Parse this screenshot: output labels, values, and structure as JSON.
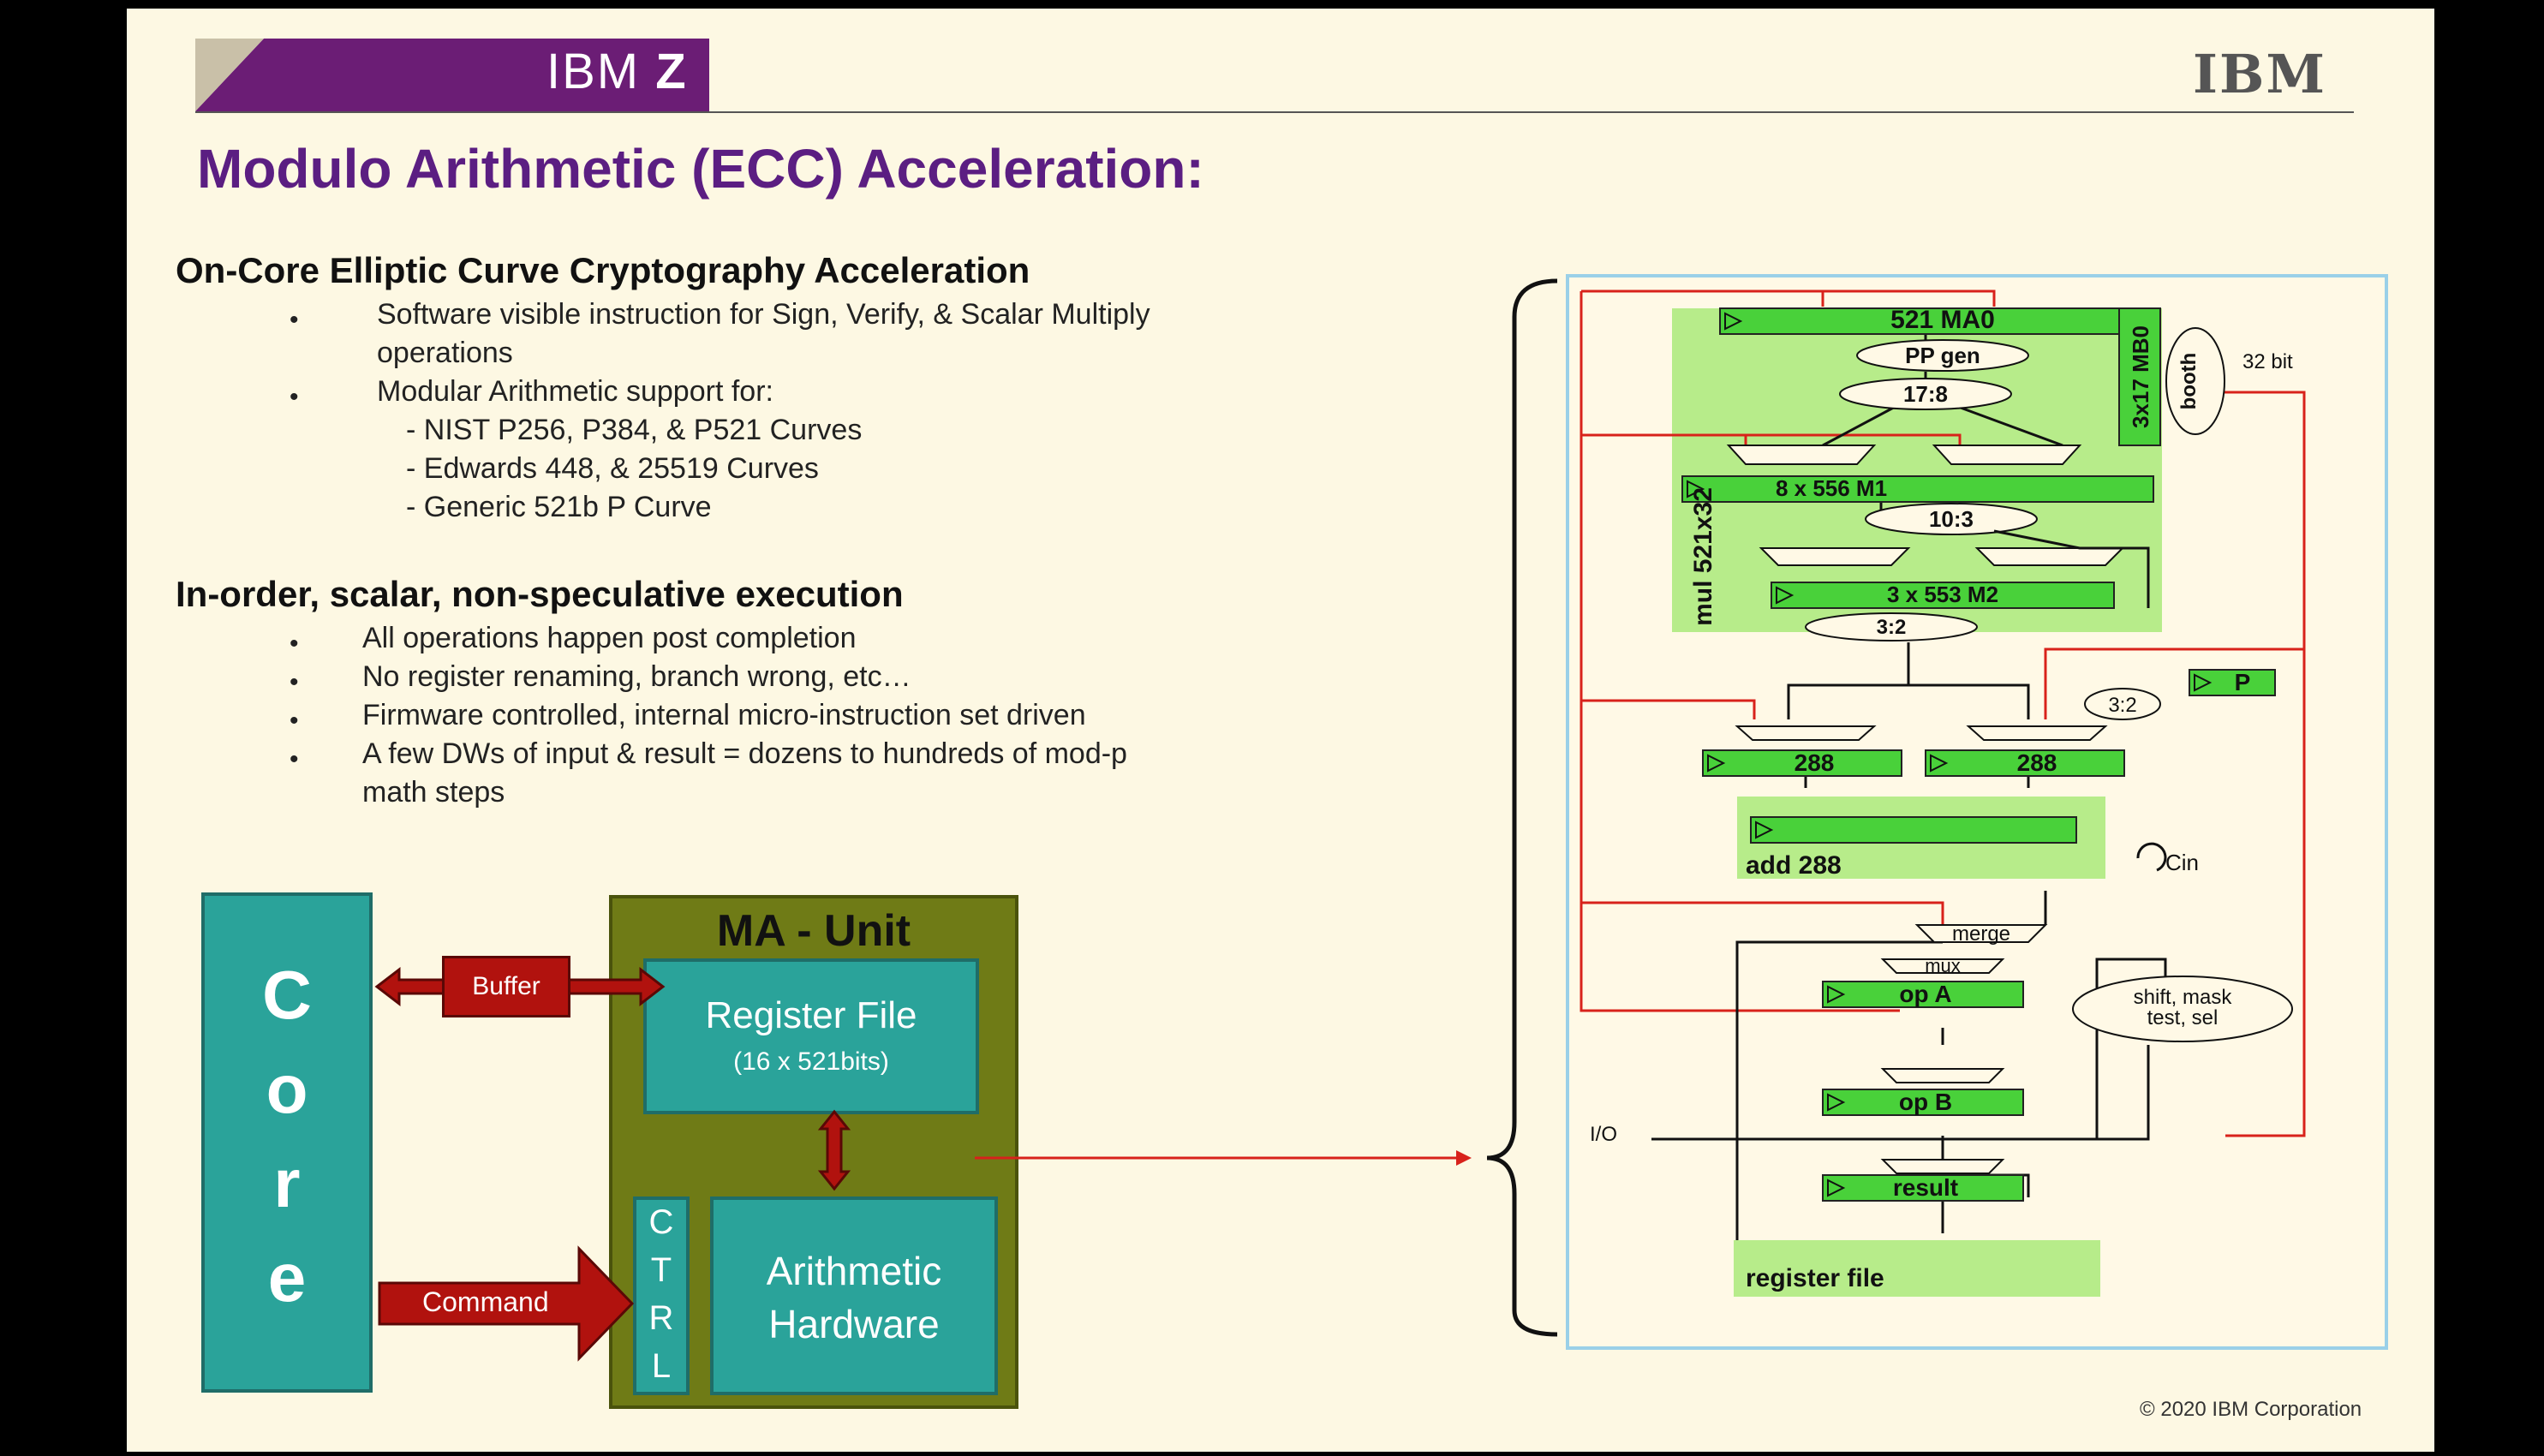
{
  "header": {
    "brand": "IBM",
    "brand_bold": "Z",
    "logo": "IBM"
  },
  "title": "Modulo Arithmetic (ECC) Acceleration:",
  "section1": {
    "heading": "On-Core Elliptic Curve Cryptography Acceleration",
    "bullets": [
      "Software visible instruction for Sign, Verify, & Scalar Multiply",
      "Modular Arithmetic support for:"
    ],
    "bullet1_cont": "operations",
    "subitems": [
      "- NIST P256, P384, & P521 Curves",
      "- Edwards 448, & 25519 Curves",
      "- Generic 521b P Curve"
    ]
  },
  "section2": {
    "heading": "In-order, scalar, non-speculative execution",
    "bullets": [
      "All operations happen post completion",
      "No register renaming, branch wrong, etc…",
      "Firmware controlled, internal micro-instruction set driven",
      "A few DWs of input & result = dozens to hundreds of mod-p"
    ],
    "bullet4_cont": "math steps"
  },
  "block_diagram": {
    "core_letters": [
      "C",
      "o",
      "r",
      "e"
    ],
    "ma_unit_title": "MA - Unit",
    "register_file": "Register File",
    "register_file_sub": "(16 x 521bits)",
    "ctrl_letters": [
      "C",
      "T",
      "R",
      "L"
    ],
    "arith_line1": "Arithmetic",
    "arith_line2": "Hardware",
    "buffer": "Buffer",
    "command": "Command"
  },
  "pipeline": {
    "ma0": "521 MA0",
    "ppgen": "PP gen",
    "r178": "17:8",
    "mb0": "3x17 MB0",
    "booth": "booth",
    "bit32": "32 bit",
    "m1": "8 x 556 M1",
    "r103": "10:3",
    "m2": "3 x 553 M2",
    "r32": "3:2",
    "mul": "mul 521x32",
    "p": "P",
    "r32b": "3:2",
    "r288a": "288",
    "r288b": "288",
    "add288": "add 288",
    "cin": "Cin",
    "merge": "merge",
    "mux": "mux",
    "opa": "op A",
    "shift1": "shift, mask",
    "shift2": "test, sel",
    "io": "I/O",
    "opb": "op B",
    "result": "result",
    "regfile": "register file"
  },
  "footer": {
    "copyright": "© 2020 IBM Corporation"
  },
  "colors": {
    "title_purple": "#5b1e82",
    "brand_purple": "#6b1d75",
    "teal": "#2aa39a",
    "olive": "#6f7b16",
    "red": "#b1120e",
    "green_reg": "#49d13a",
    "pipe_bg": "#b7ec8a"
  }
}
